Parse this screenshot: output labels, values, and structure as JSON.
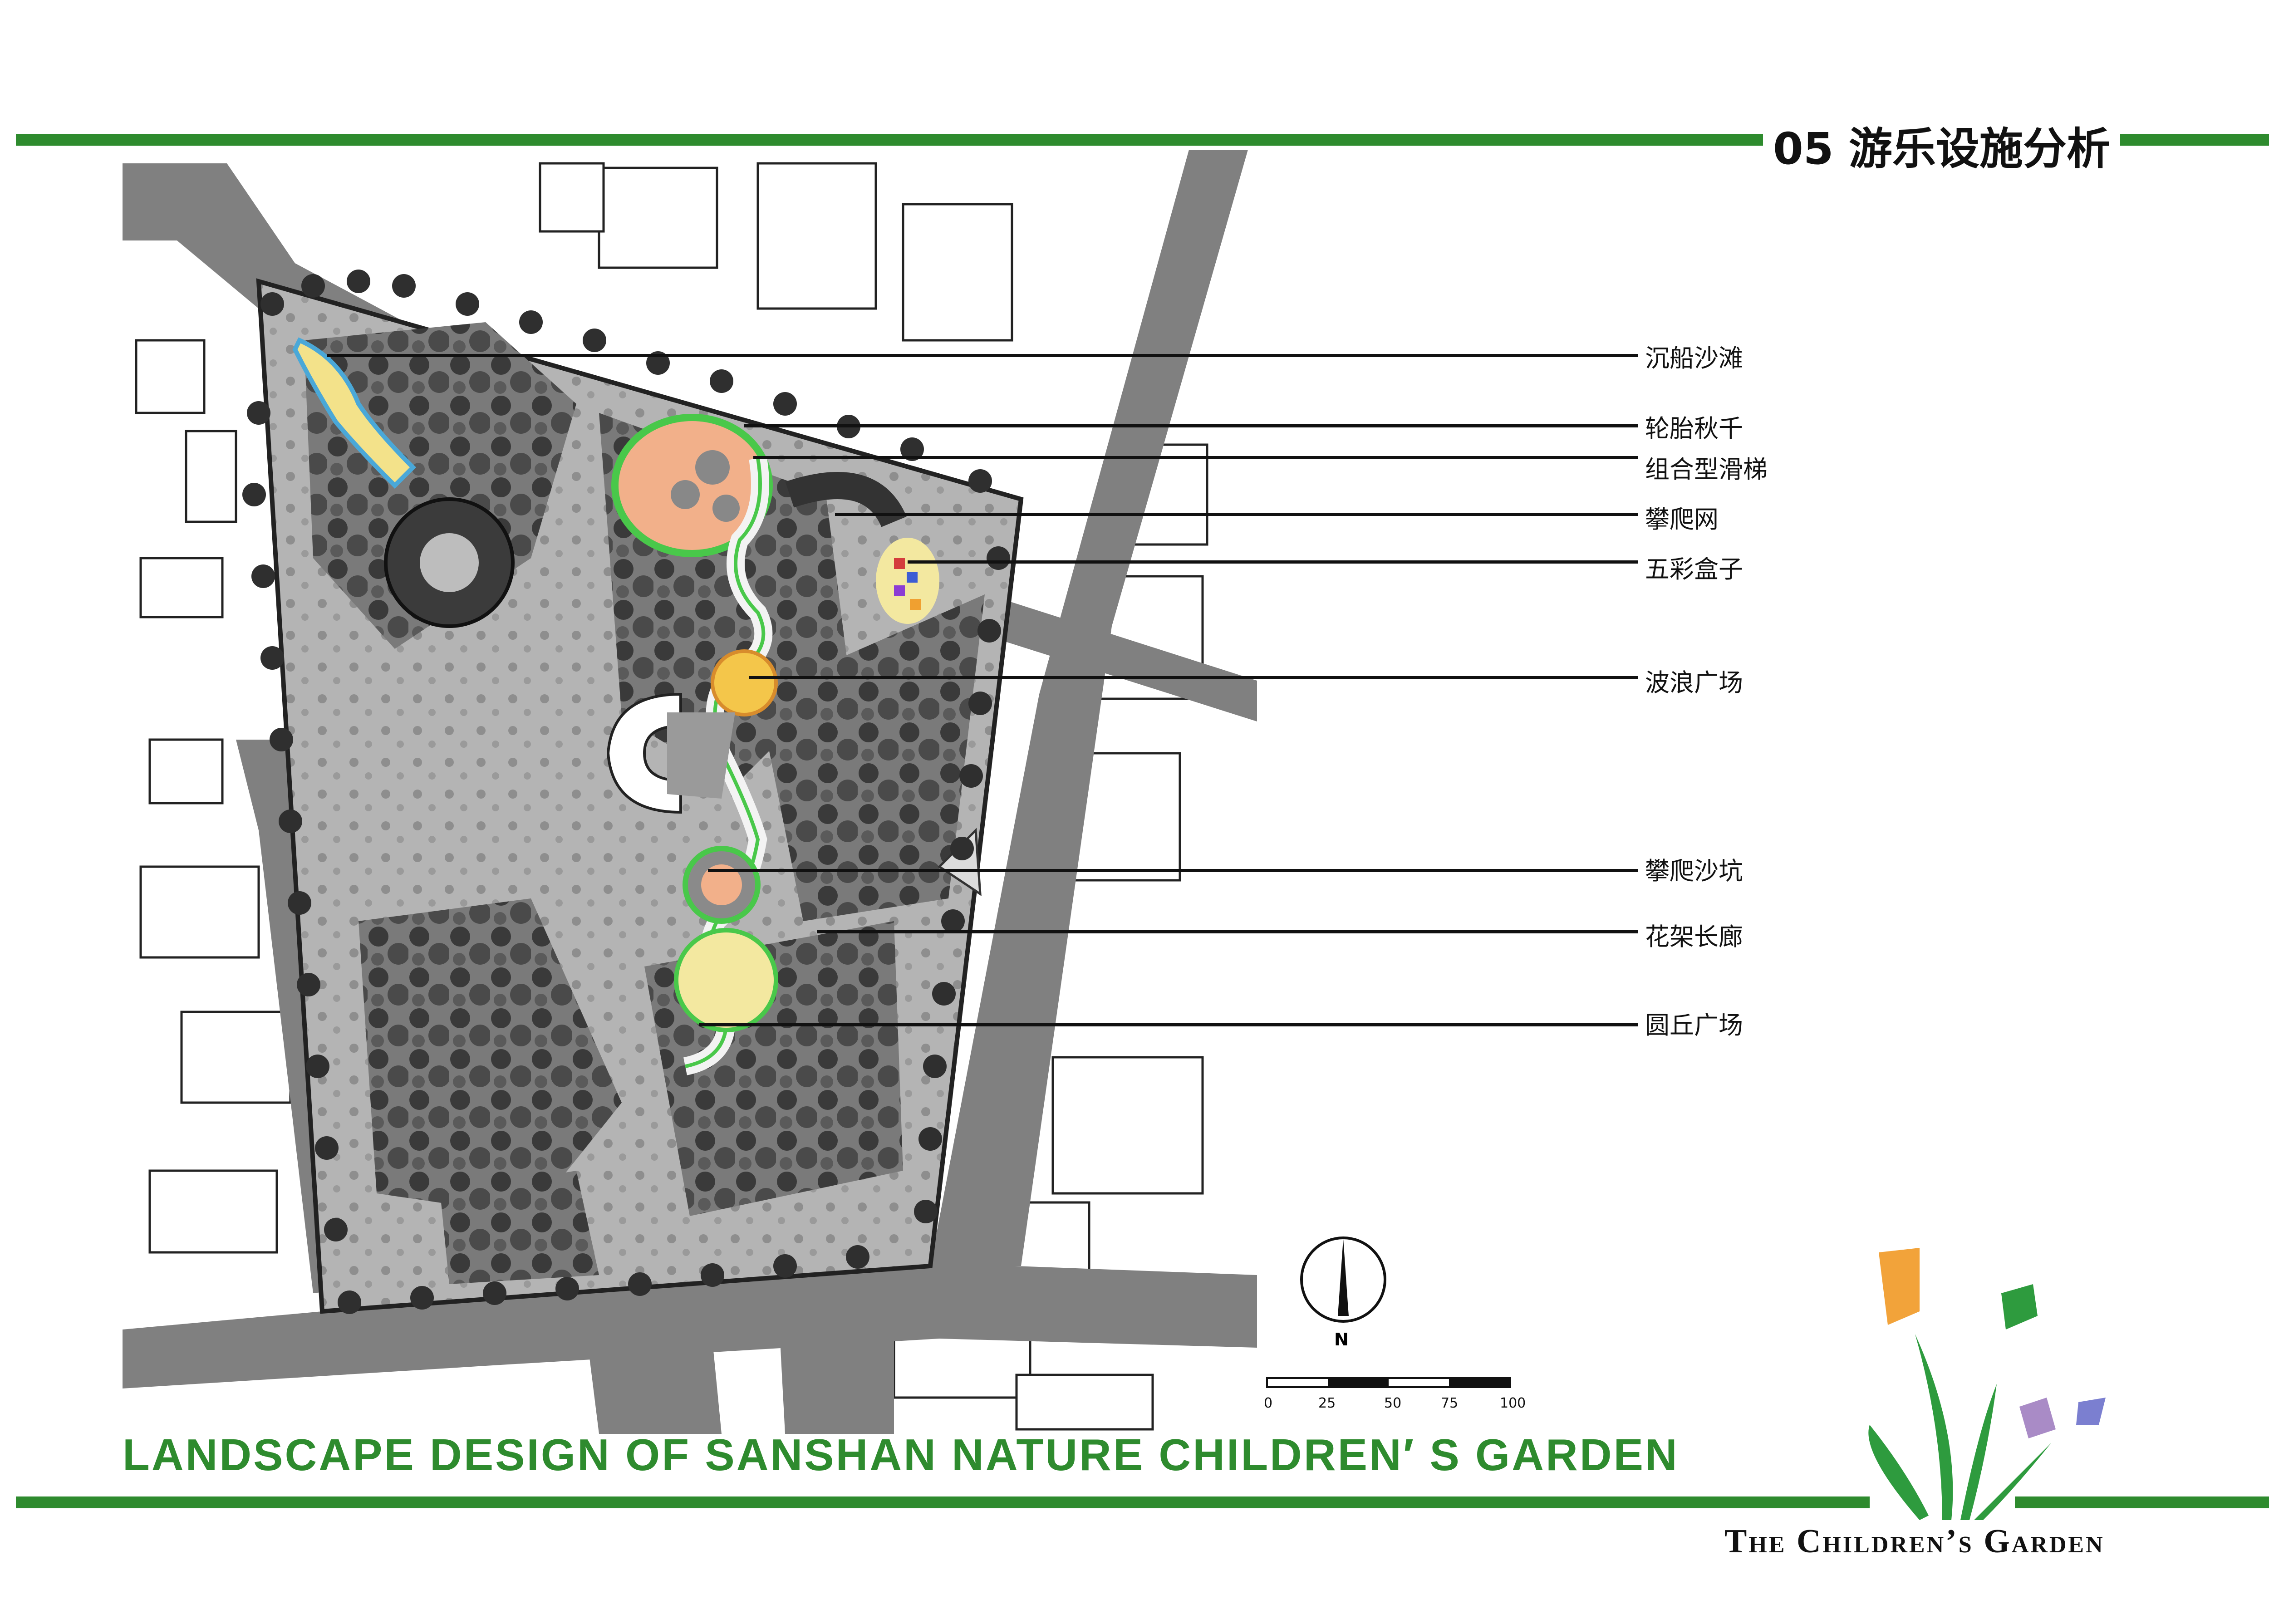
{
  "header": {
    "title": "05 游乐设施分析"
  },
  "footer": {
    "title": "LANDSCAPE DESIGN OF SANSHAN NATURE CHILDREN′ S GARDEN",
    "brand": "The Children’s Garden"
  },
  "compass": {
    "label": "N"
  },
  "scale_bar": {
    "ticks": [
      "0",
      "25",
      "50",
      "75",
      "100"
    ]
  },
  "callouts": [
    {
      "label": "沉船沙滩"
    },
    {
      "label": "轮胎秋千"
    },
    {
      "label": "组合型滑梯"
    },
    {
      "label": "攀爬网"
    },
    {
      "label": "五彩盒子"
    },
    {
      "label": "波浪广场"
    },
    {
      "label": "攀爬沙坑"
    },
    {
      "label": "花架长廊"
    },
    {
      "label": "圆丘广场"
    }
  ],
  "colors": {
    "accent_green": "#2e8b2e",
    "road_gray": "#808080",
    "park_gray": "#b4b4b4",
    "tree_dark": "#3a3a3a",
    "logo_orange": "#f2a33a",
    "logo_green": "#2e9b3e",
    "logo_purple": "#a98bc6",
    "logo_blue": "#7b7fd0"
  }
}
